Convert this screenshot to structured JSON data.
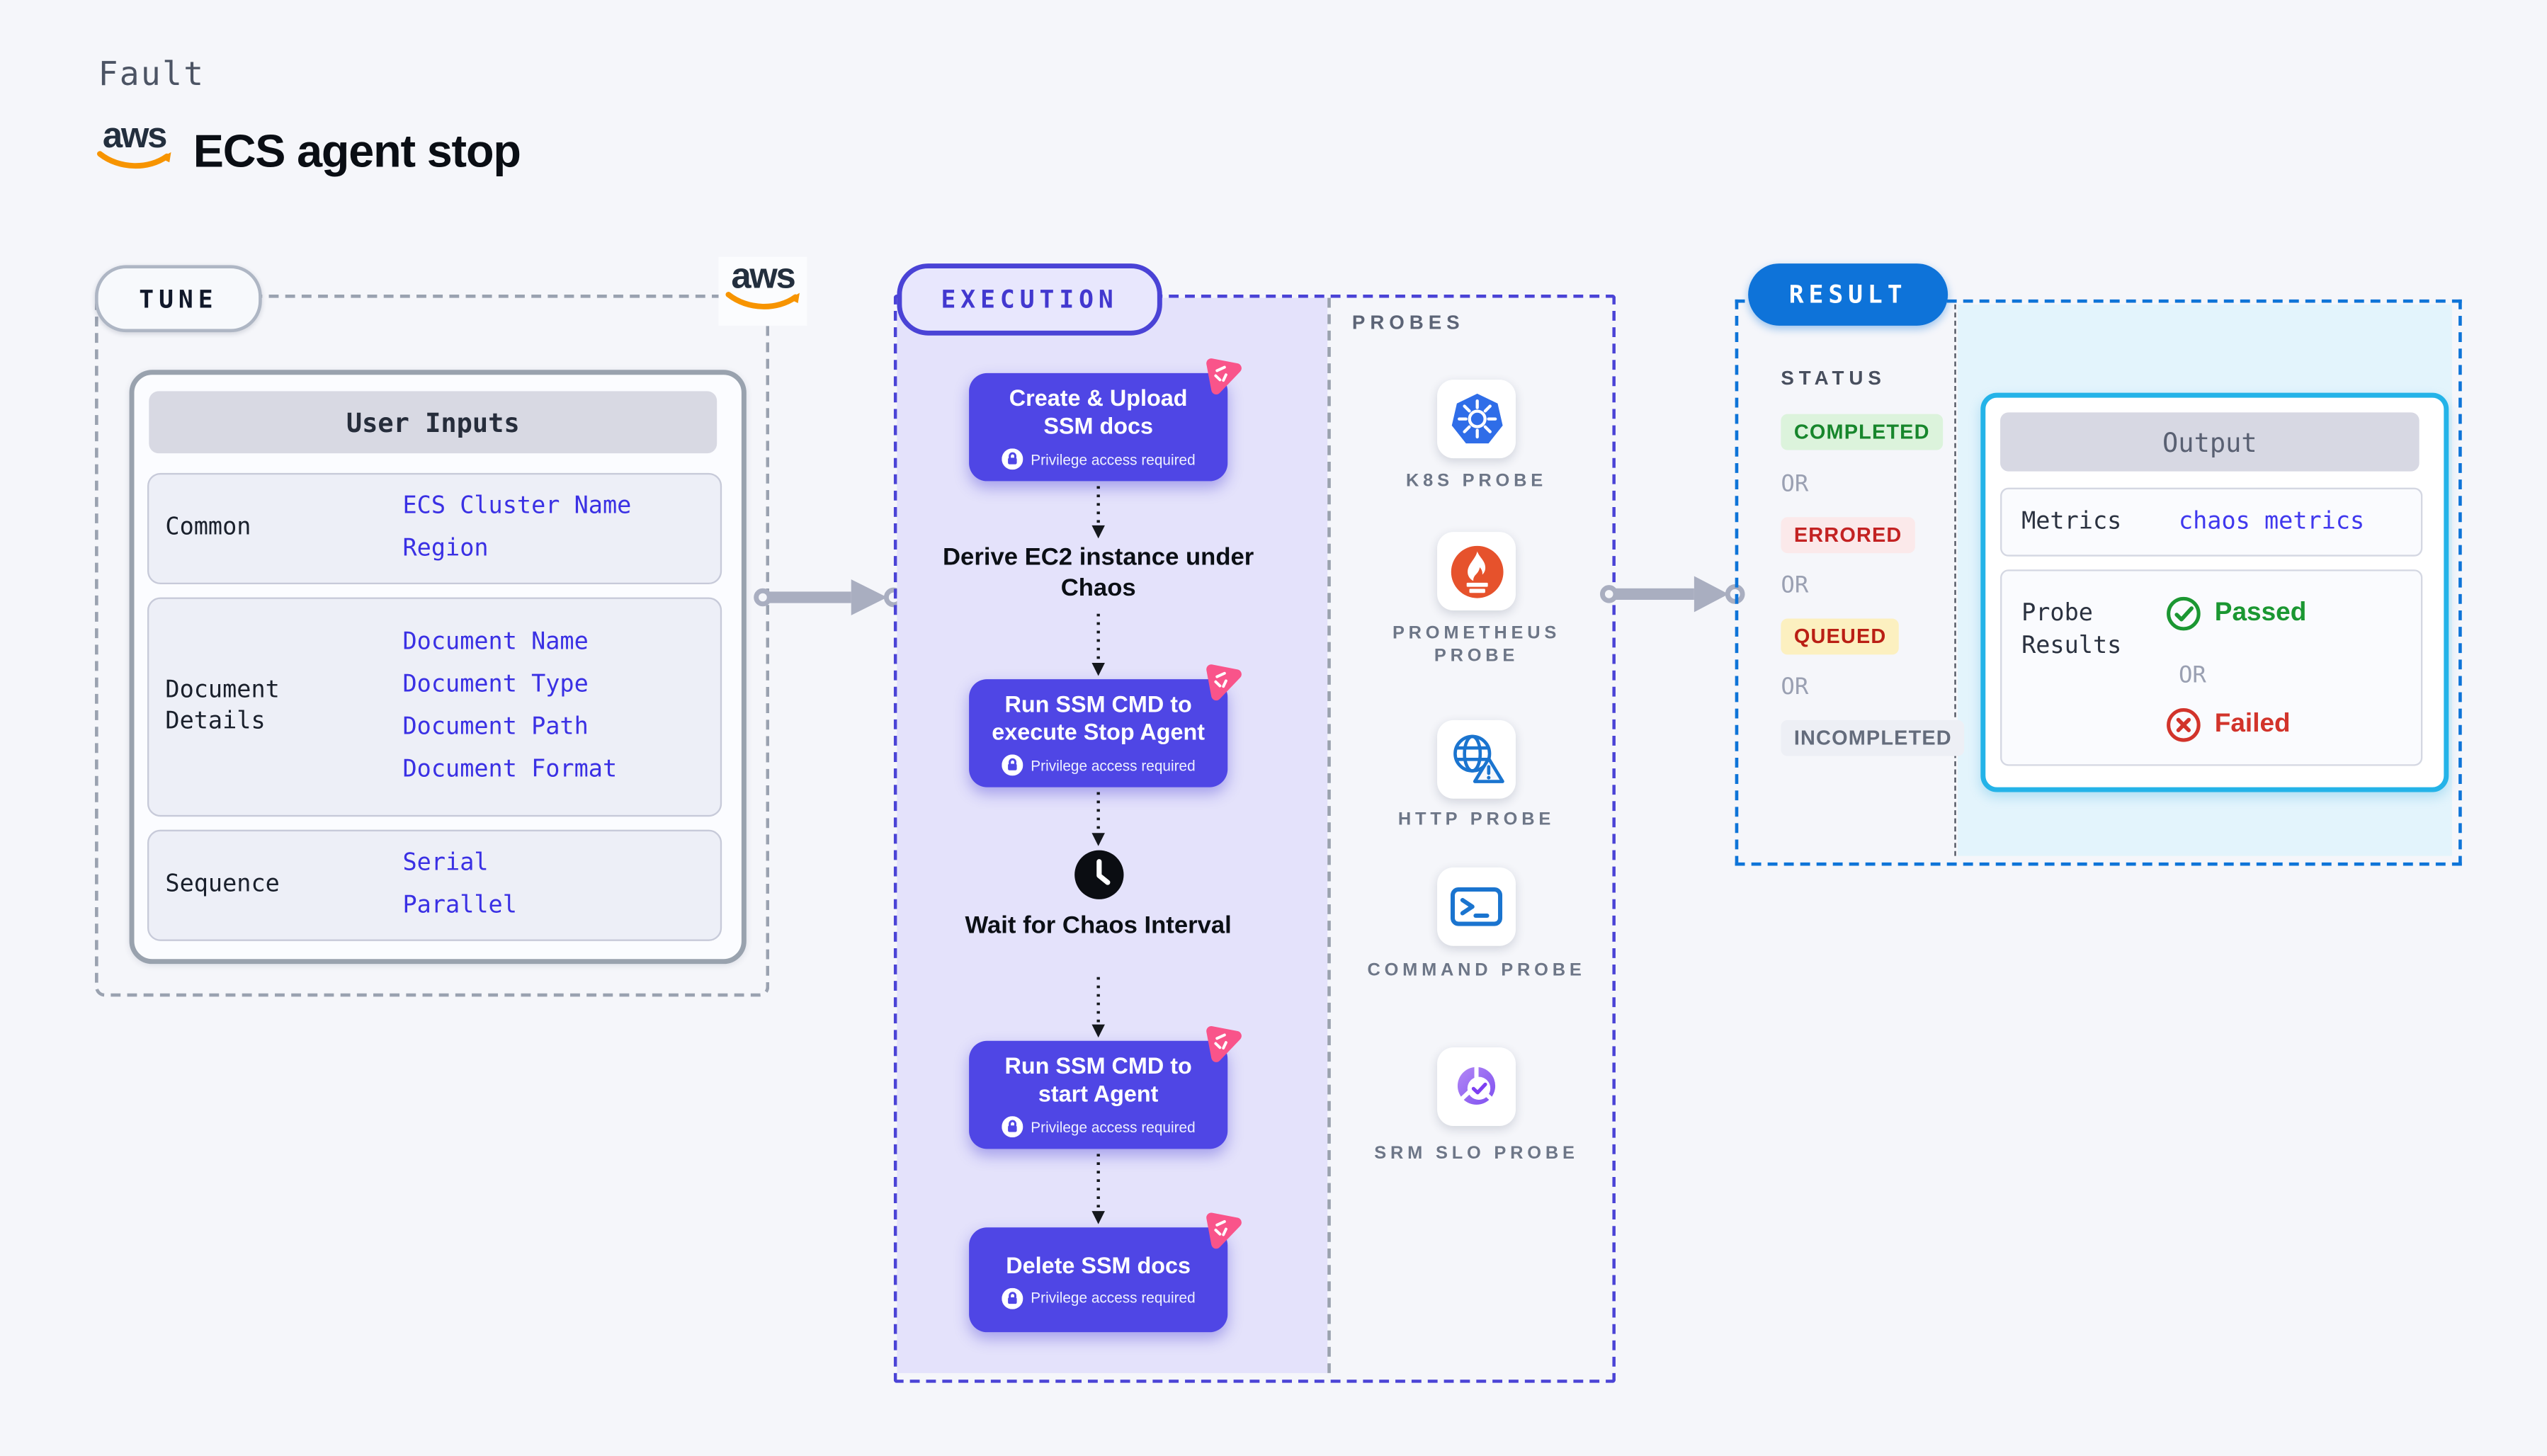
{
  "header": {
    "kicker": "Fault",
    "title": "ECS agent stop",
    "aws_label": "aws"
  },
  "tune": {
    "badge": "TUNE",
    "aws_label": "aws",
    "user_inputs": {
      "title": "User Inputs",
      "rows": [
        {
          "label": "Common",
          "links": [
            "ECS Cluster Name",
            "Region"
          ]
        },
        {
          "label": "Document Details",
          "links": [
            "Document Name",
            "Document Type",
            "Document Path",
            "Document Format"
          ]
        },
        {
          "label": "Sequence",
          "links": [
            "Serial",
            "Parallel"
          ]
        }
      ]
    }
  },
  "execution": {
    "badge": "EXECUTION",
    "privilege_note": "Privilege access required",
    "steps": [
      {
        "type": "block",
        "label": "Create & Upload SSM docs"
      },
      {
        "type": "note",
        "label": "Derive EC2 instance under Chaos"
      },
      {
        "type": "block",
        "label": "Run SSM CMD to execute Stop Agent"
      },
      {
        "type": "wait",
        "label": "Wait for Chaos Interval",
        "icon": "clock-icon"
      },
      {
        "type": "block",
        "label": "Run SSM CMD to start Agent"
      },
      {
        "type": "block",
        "label": "Delete SSM docs"
      }
    ]
  },
  "probes": {
    "title": "PROBES",
    "items": [
      {
        "icon": "kubernetes-icon",
        "label": "K8S PROBE"
      },
      {
        "icon": "prometheus-icon",
        "label": "PROMETHEUS PROBE"
      },
      {
        "icon": "http-globe-icon",
        "label": "HTTP PROBE"
      },
      {
        "icon": "command-terminal-icon",
        "label": "COMMAND PROBE"
      },
      {
        "icon": "srm-slo-icon",
        "label": "SRM SLO PROBE"
      }
    ]
  },
  "result": {
    "badge": "RESULT",
    "status": {
      "title": "STATUS",
      "or": "OR",
      "items": [
        {
          "label": "COMPLETED",
          "fg": "#17862c",
          "bg": "#dcf3dc"
        },
        {
          "label": "ERRORED",
          "fg": "#c32222",
          "bg": "#fbe9ea"
        },
        {
          "label": "QUEUED",
          "fg": "#ba1f14",
          "bg": "#fcf0c0"
        },
        {
          "label": "INCOMPLETED",
          "fg": "#646c7c",
          "bg": "#edeff5"
        }
      ]
    },
    "output": {
      "title": "Output",
      "metrics_label": "Metrics",
      "metrics_value": "chaos metrics",
      "probe_results_label": "Probe Results",
      "passed": "Passed",
      "or": "OR",
      "failed": "Failed"
    }
  },
  "colors": {
    "indigo_block": "#4f46e5",
    "execution_panel": "#e4e2fb",
    "pink_mark": "#f9548a",
    "result_blue": "#0e73d9",
    "output_border": "#24b3e8",
    "passed_green": "#1b9732",
    "failed_red": "#d2342b",
    "arrow_gray": "#a9aec0",
    "kubernetes_blue": "#2f6de8",
    "prometheus_orange": "#e6522c"
  }
}
